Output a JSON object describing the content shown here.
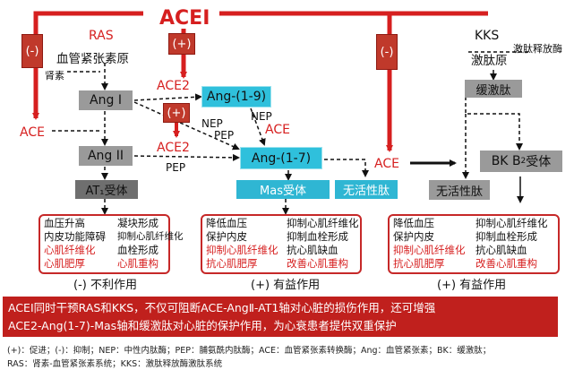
{
  "top": {
    "acei": "ACEI"
  },
  "ras": {
    "title": "RAS",
    "substrate": "血管紧张素原",
    "renin": "肾素",
    "ace": "ACE",
    "ang1": "Ang I",
    "ang2": "Ang II",
    "at1": "AT₁受体"
  },
  "middle": {
    "ace2_upper": "ACE2",
    "ace2_lower": "ACE2",
    "ang19": "Ang-(1-9)",
    "ang17": "Ang-(1-7)",
    "nep1": "NEP",
    "pep1": "PEP",
    "nep2": "NEP",
    "ace": "ACE",
    "pep2": "PEP",
    "mas": "Mas受体",
    "inactive": "无活性肽",
    "ace_right": "ACE"
  },
  "kks": {
    "title": "KKS",
    "substrate": "激肽原",
    "kallikrein": "激肽释放酶",
    "bradykinin": "缓激肽",
    "bk_prefix": "BK B",
    "bk_sub": "2",
    "bk_suffix": "受体",
    "inactive": "无活性肽"
  },
  "symbols": {
    "inhibit_left": "(-)",
    "promote_top": "(+)",
    "promote_mid": "(+)",
    "inhibit_right": "(-)"
  },
  "panels": {
    "left": {
      "rows": [
        [
          "血压升高",
          "凝块形成"
        ],
        [
          "内皮功能障碍",
          "抑制心肌纤维化"
        ],
        [
          "心肌纤维化",
          "血栓形成"
        ],
        [
          "心肌肥厚",
          "心肌重构"
        ]
      ],
      "caption": "(-) 不利作用"
    },
    "mid": {
      "rows": [
        [
          "降低血压",
          "抑制心肌纤维化"
        ],
        [
          "保护内皮",
          "抑制血栓形成"
        ],
        [
          "抑制心肌纤维化",
          "抗心肌缺血"
        ],
        [
          "抗心肌肥厚",
          "改善心肌重构"
        ]
      ],
      "caption": "(+) 有益作用"
    },
    "right": {
      "rows": [
        [
          "降低血压",
          "抑制心肌纤维化"
        ],
        [
          "保护内皮",
          "抑制血栓形成"
        ],
        [
          "抑制心肌纤维化",
          "抗心肌缺血"
        ],
        [
          "抗心肌肥厚",
          "改善心肌重构"
        ]
      ],
      "caption": "(+) 有益作用"
    }
  },
  "banner": {
    "line1": "ACEI同时干预RAS和KKS，不仅可阻断ACE-AngⅡ-AT1轴对心脏的损伤作用，还可增强",
    "line2": "ACE2-Ang(1-7)-Mas轴和缓激肽对心脏的保护作用，为心衰患者提供双重保护"
  },
  "notes": {
    "line1": "(+)：促进；(-)：抑制；NEP：中性内肽酶；PEP：脯氨酰内肽酶；ACE：血管紧张素转换酶；Ang：血管紧张素；BK：缓激肽；",
    "line2": "RAS：肾素-血管紧张素系统；KKS：激肽释放酶激肽系统"
  },
  "colors": {
    "accent_red": "#d61f1f",
    "cyan": "#2fc0dc",
    "gray": "#9a9a9a",
    "dark_gray": "#6f6f6f"
  }
}
